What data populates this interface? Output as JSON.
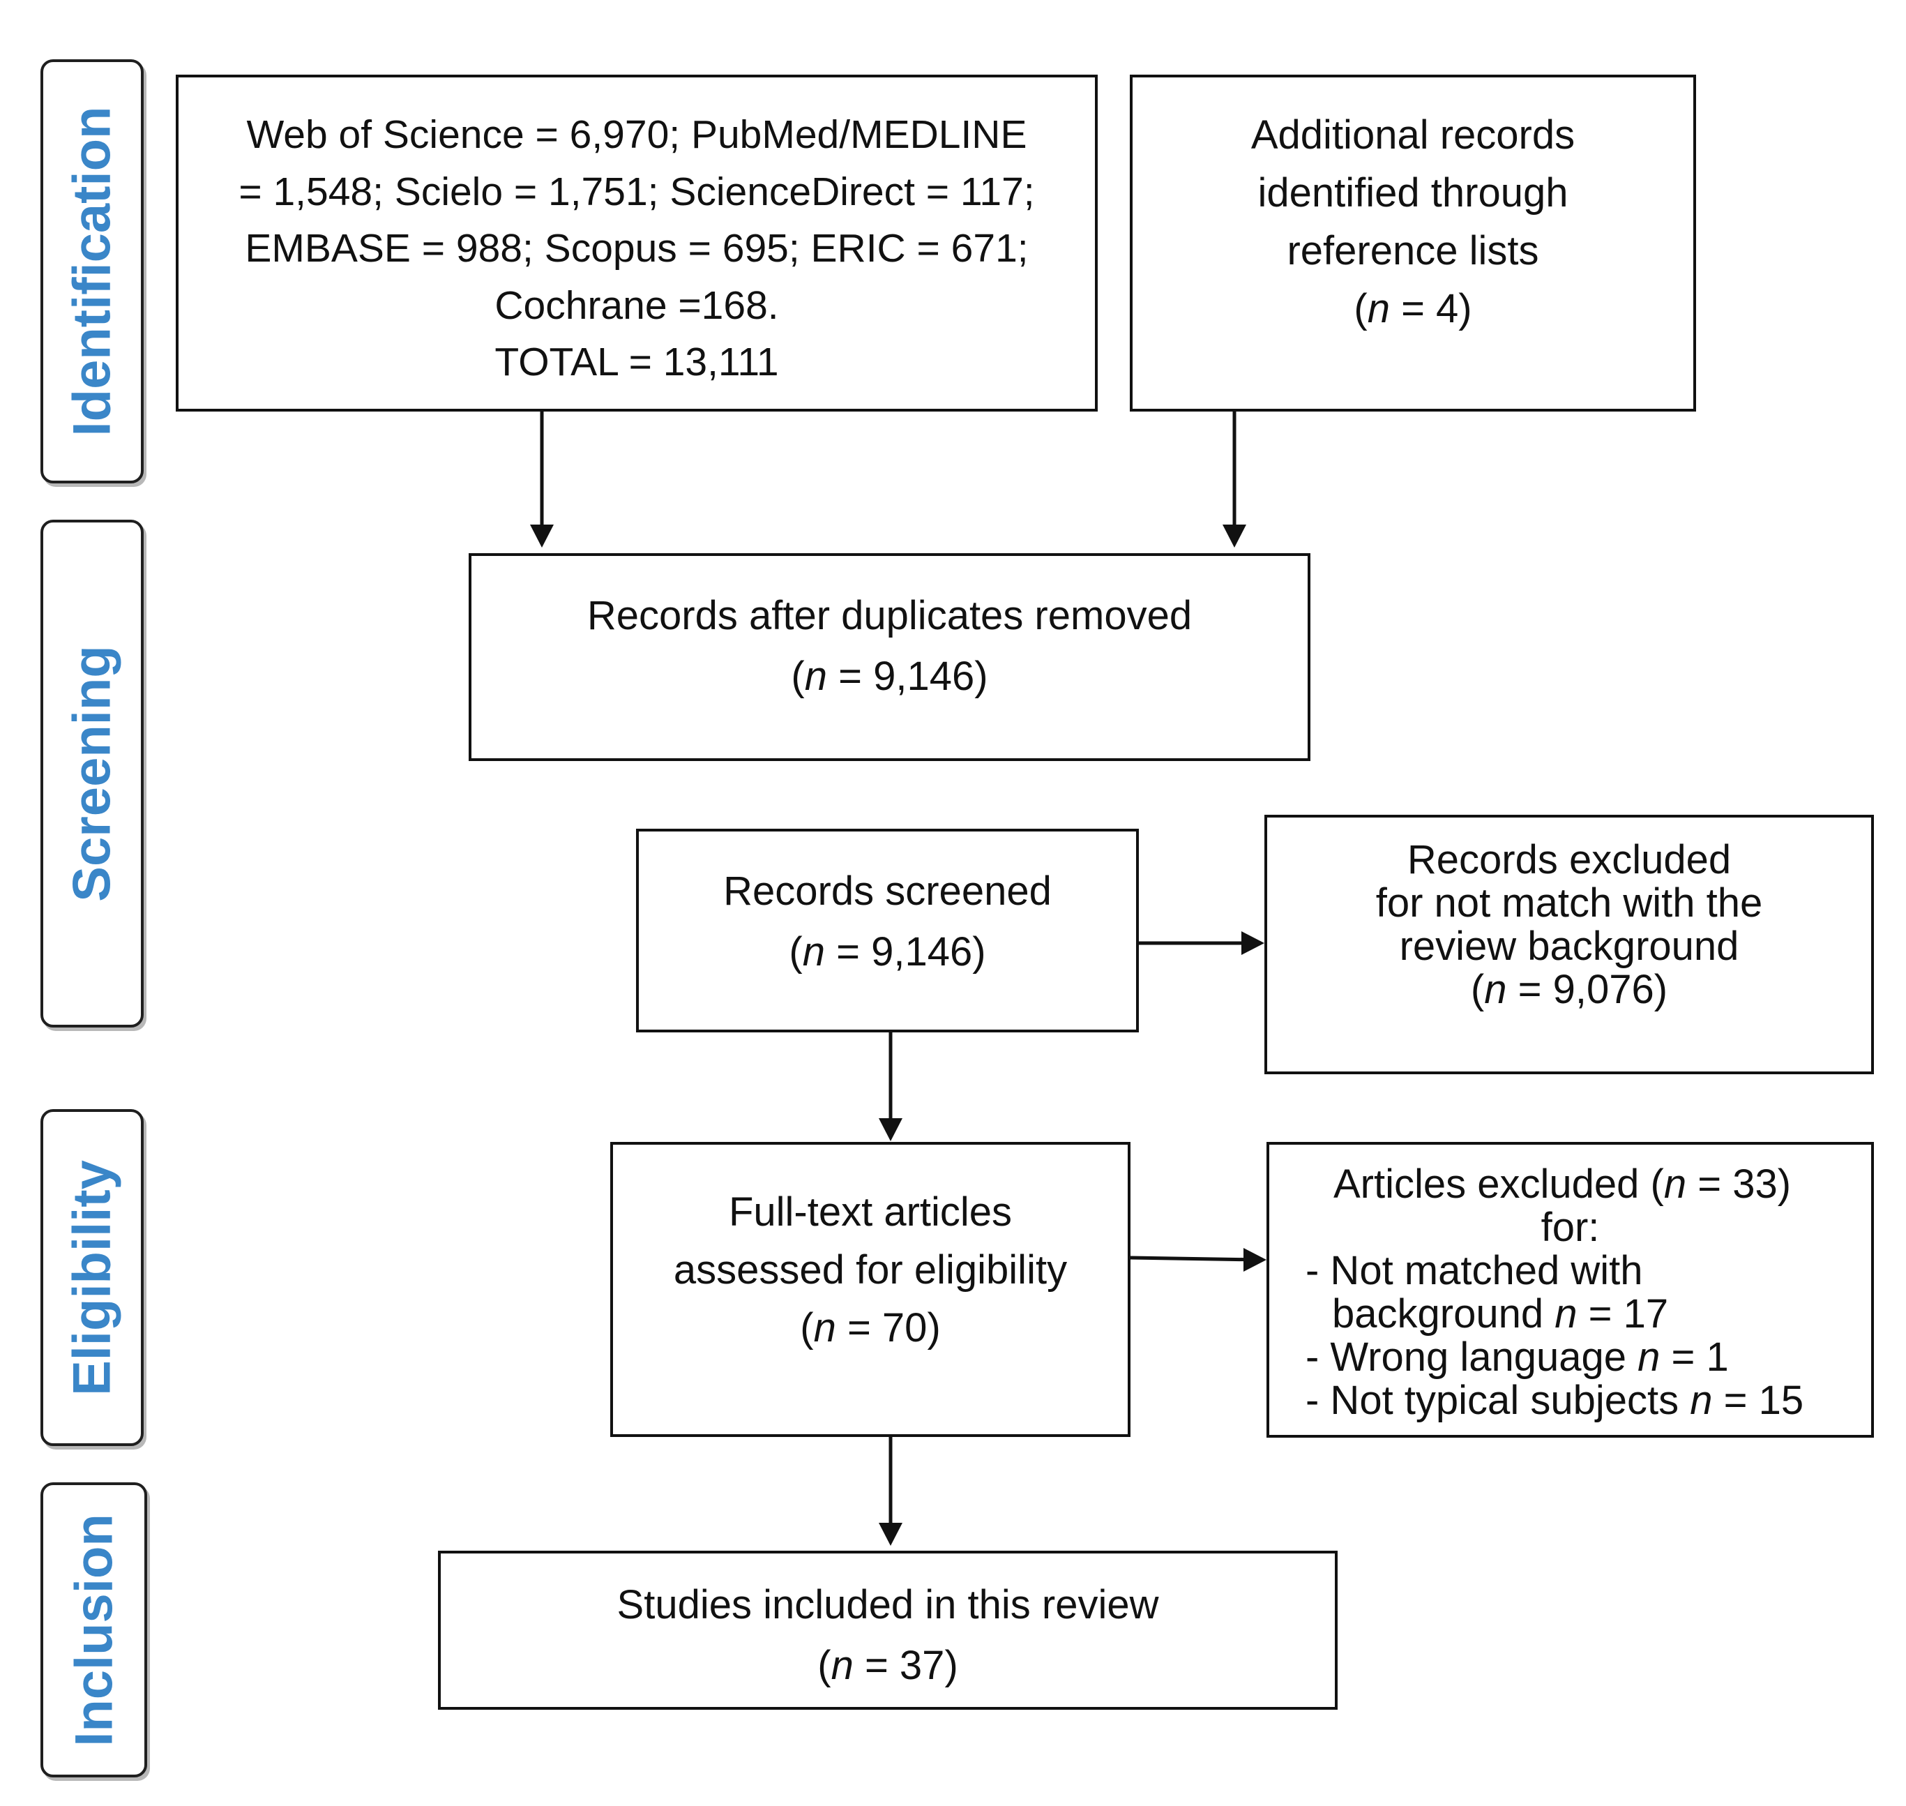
{
  "stages": {
    "identification": "Identification",
    "screening": "Screening",
    "eligibility": "Eligibility",
    "inclusion": "Inclusion"
  },
  "boxes": {
    "databases": {
      "line1": "Web of Science = 6,970; PubMed/MEDLINE",
      "line2": "= 1,548; Scielo = 1,751; ScienceDirect = 117;",
      "line3": "EMBASE  = 988; Scopus = 695; ERIC = 671;",
      "line4": "Cochrane =168.",
      "line5": "TOTAL  = 13,111"
    },
    "additional": {
      "line1": "Additional records",
      "line2": "identified through",
      "line3": "reference  lists",
      "n_open": "(",
      "n_var": "n",
      "n_rest": " = 4)"
    },
    "dedup": {
      "line1": "Records after  duplicates removed",
      "n_open": "(",
      "n_var": "n",
      "n_rest": " = 9,146)"
    },
    "screened": {
      "line1": "Records screened",
      "n_open": "(",
      "n_var": "n",
      "n_rest": " = 9,146)"
    },
    "excluded": {
      "line1": "Records excluded",
      "line2": "for not match with the",
      "line3": "review background",
      "n_open": "(",
      "n_var": "n",
      "n_rest": " = 9,076)"
    },
    "fulltext": {
      "line1": "Full-text articles",
      "line2": "assessed  for eligibility",
      "n_open": "(",
      "n_var": "n",
      "n_rest": " = 70)"
    },
    "articles_excluded": {
      "line1_a": "Articles excluded (",
      "line1_var": "n",
      "line1_b": " = 33)",
      "line2": "for:",
      "r1_a": "- Not matched with",
      "r1_b": "background ",
      "r1_var": "n",
      "r1_c": " = 17",
      "r2_a": "- Wrong language ",
      "r2_var": "n",
      "r2_b": " = 1",
      "r3_a": "- Not typical subjects ",
      "r3_var": "n",
      "r3_b": " = 15"
    },
    "included": {
      "line1": "Studies included in this review",
      "n_open": "(",
      "n_var": "n",
      "n_rest": " = 37)"
    }
  },
  "colors": {
    "stage_text": "#3a86c8",
    "border": "#111111"
  }
}
